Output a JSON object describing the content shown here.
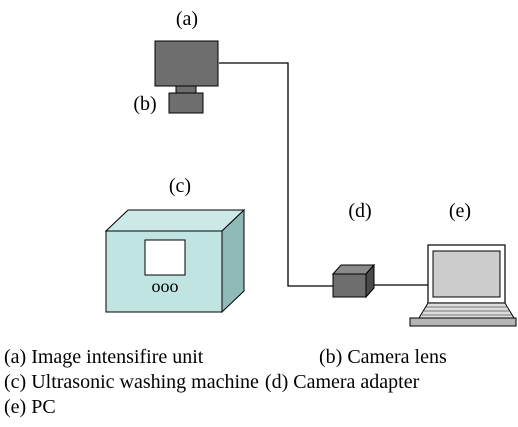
{
  "labels": {
    "a": "(a)",
    "b": "(b)",
    "c": "(c)",
    "d": "(d)",
    "e": "(e)"
  },
  "washer_buttons": "ooo",
  "legend": {
    "row1": {
      "left": "(a) Image intensifire unit",
      "right": "(b) Camera lens"
    },
    "row2": {
      "left": "(c) Ultrasonic washing machine",
      "right": "(d) Camera adapter"
    },
    "row3": {
      "left": "(e) PC"
    }
  },
  "colors": {
    "intensifier": "#6e6e6e",
    "camera_lens": "#6e6e6e",
    "washer_front": "#bfe4e2",
    "washer_top": "#cde9e7",
    "washer_side": "#8fbab7",
    "washer_screen": "#ffffff",
    "adapter_front": "#6e6e6e",
    "adapter_top": "#8a8a8a",
    "adapter_side": "#4a4a4a",
    "pc_screen": "#cccccc",
    "pc_keys": "#dddddd",
    "pc_body": "#b5b5b5"
  }
}
